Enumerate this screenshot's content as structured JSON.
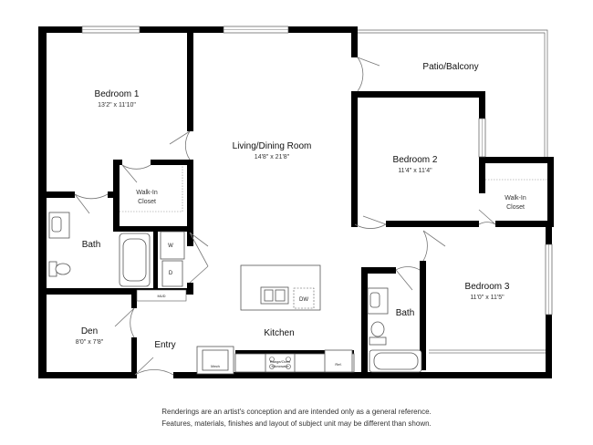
{
  "rooms": {
    "bedroom1": {
      "name": "Bedroom 1",
      "dims": "13'2\" x 11'10\""
    },
    "living": {
      "name": "Living/Dining Room",
      "dims": "14'8\" x 21'8\""
    },
    "patio": {
      "name": "Patio/Balcony"
    },
    "bedroom2": {
      "name": "Bedroom 2",
      "dims": "11'4\" x 11'4\""
    },
    "walkin1": {
      "line1": "Walk-In",
      "line2": "Closet"
    },
    "walkin2": {
      "line1": "Walk-In",
      "line2": "Closet"
    },
    "bath1": {
      "name": "Bath"
    },
    "bath2": {
      "name": "Bath"
    },
    "bedroom3": {
      "name": "Bedroom 3",
      "dims": "11'0\" x 11'5\""
    },
    "den": {
      "name": "Den",
      "dims": "8'0\" x 7'8\""
    },
    "entry": {
      "name": "Entry"
    },
    "kitchen": {
      "name": "Kitchen"
    }
  },
  "fixtures": {
    "washer": "W",
    "dryer": "D",
    "dishwasher": "DW",
    "mud": "MUD",
    "mech": "Mech",
    "ref": "Ref.",
    "range": "Range/Oven",
    "microwave": "Microwave"
  },
  "disclaimer": {
    "line1": "Renderings are an artist's conception and are intended only as a general reference.",
    "line2": "Features, materials, finishes and layout of subject unit may be different than shown."
  }
}
